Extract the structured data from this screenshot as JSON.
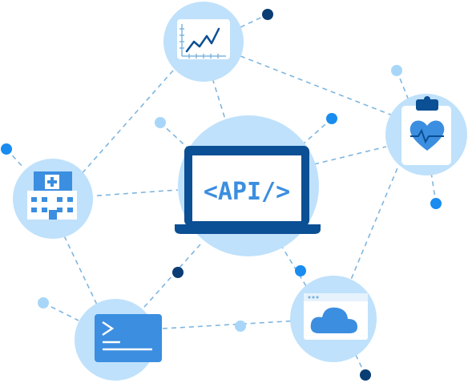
{
  "diagram": {
    "center_label": "<API/>"
  },
  "nodes": [
    {
      "name": "api-laptop",
      "icon": "laptop-icon"
    },
    {
      "name": "analytics-chart",
      "icon": "line-chart-icon"
    },
    {
      "name": "hospital",
      "icon": "hospital-icon"
    },
    {
      "name": "medical-clipboard",
      "icon": "clipboard-heart-icon"
    },
    {
      "name": "terminal",
      "icon": "terminal-icon"
    },
    {
      "name": "cloud-storage",
      "icon": "cloud-icon"
    }
  ],
  "colors": {
    "light_blue": "#bfe1fb",
    "medium_blue": "#3b8ee0",
    "dark_blue": "#0b4f94",
    "bright_blue": "#1a8cf0",
    "dot_light": "#a8d6f8",
    "dot_dark": "#0a3d73",
    "connector": "#7fb6e0"
  }
}
